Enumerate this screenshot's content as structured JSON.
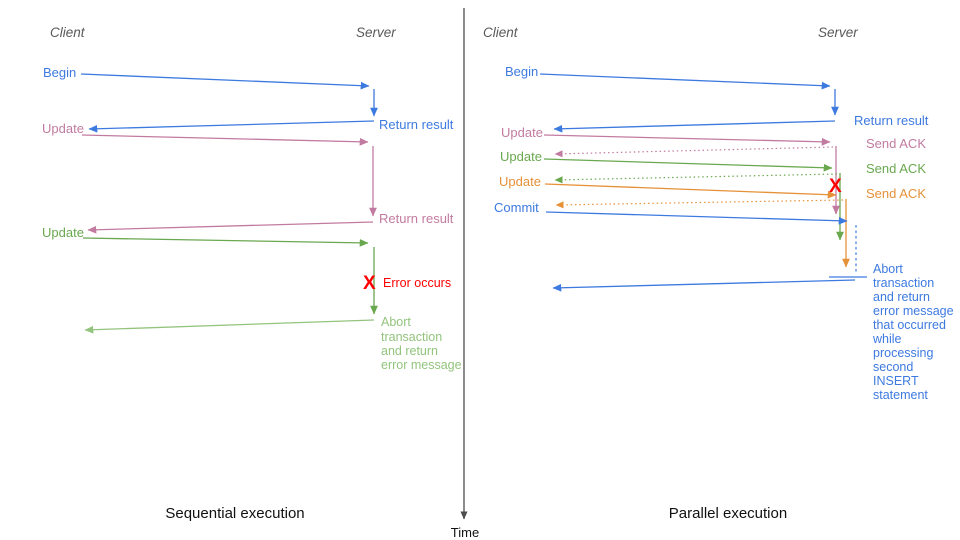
{
  "colors": {
    "blue": "#3d7ae0",
    "pink": "#c27ba0",
    "green": "#6aa84f",
    "light_green": "#93c47d",
    "orange": "#e69138",
    "red": "#ff0000",
    "axis": "#4d4d4d",
    "header": "#595959",
    "caption": "#111111"
  },
  "time_label": "Time",
  "left": {
    "client": "Client",
    "server": "Server",
    "caption": "Sequential execution",
    "begin": "Begin",
    "update1": "Update",
    "update2": "Update",
    "return1": "Return result",
    "return2": "Return result",
    "error_x": "X",
    "error": "Error occurs",
    "abort": [
      "Abort",
      "transaction",
      "and return",
      "error message"
    ]
  },
  "right": {
    "client": "Client",
    "server": "Server",
    "caption": "Parallel execution",
    "begin": "Begin",
    "update1": "Update",
    "update2": "Update",
    "update3": "Update",
    "commit": "Commit",
    "return1": "Return result",
    "ack1": "Send ACK",
    "ack2": "Send ACK",
    "ack3": "Send ACK",
    "error_x": "X",
    "abort": [
      "Abort",
      "transaction",
      "and return",
      "error message",
      "that occurred",
      "while",
      "processing",
      "second",
      "INSERT",
      "statement"
    ]
  }
}
